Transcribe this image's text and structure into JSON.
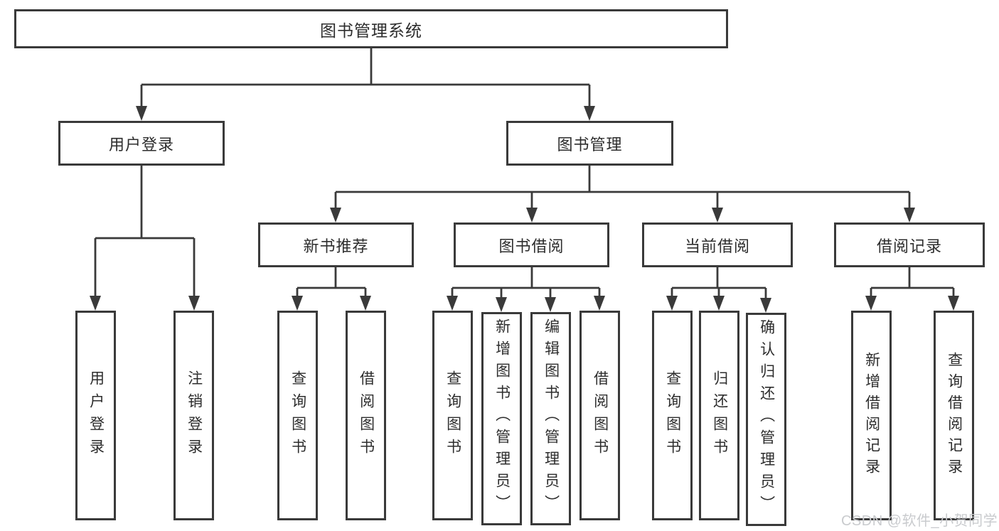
{
  "colors": {
    "background": "#ffffff",
    "line": "#3a3a3a",
    "text": "#2d2d2d",
    "watermark": "#c9cbce"
  },
  "watermark": {
    "text": "CSDN @软件_小贺同学"
  },
  "tree": {
    "root": {
      "label": "图书管理系统",
      "children": [
        {
          "label": "用户登录",
          "children": [
            {
              "label": "用户登录"
            },
            {
              "label": "注销登录"
            }
          ]
        },
        {
          "label": "图书管理",
          "children": [
            {
              "label": "新书推荐",
              "children": [
                {
                  "label": "查询图书"
                },
                {
                  "label": "借阅图书"
                }
              ]
            },
            {
              "label": "图书借阅",
              "children": [
                {
                  "label": "查询图书"
                },
                {
                  "label": "新增图书（管理员）"
                },
                {
                  "label": "编辑图书（管理员）"
                },
                {
                  "label": "借阅图书"
                }
              ]
            },
            {
              "label": "当前借阅",
              "children": [
                {
                  "label": "查询图书"
                },
                {
                  "label": "归还图书"
                },
                {
                  "label": "确认归还（管理员）"
                }
              ]
            },
            {
              "label": "借阅记录",
              "children": [
                {
                  "label": "新增借阅记录"
                },
                {
                  "label": "查询借阅记录"
                }
              ]
            }
          ]
        }
      ]
    }
  }
}
